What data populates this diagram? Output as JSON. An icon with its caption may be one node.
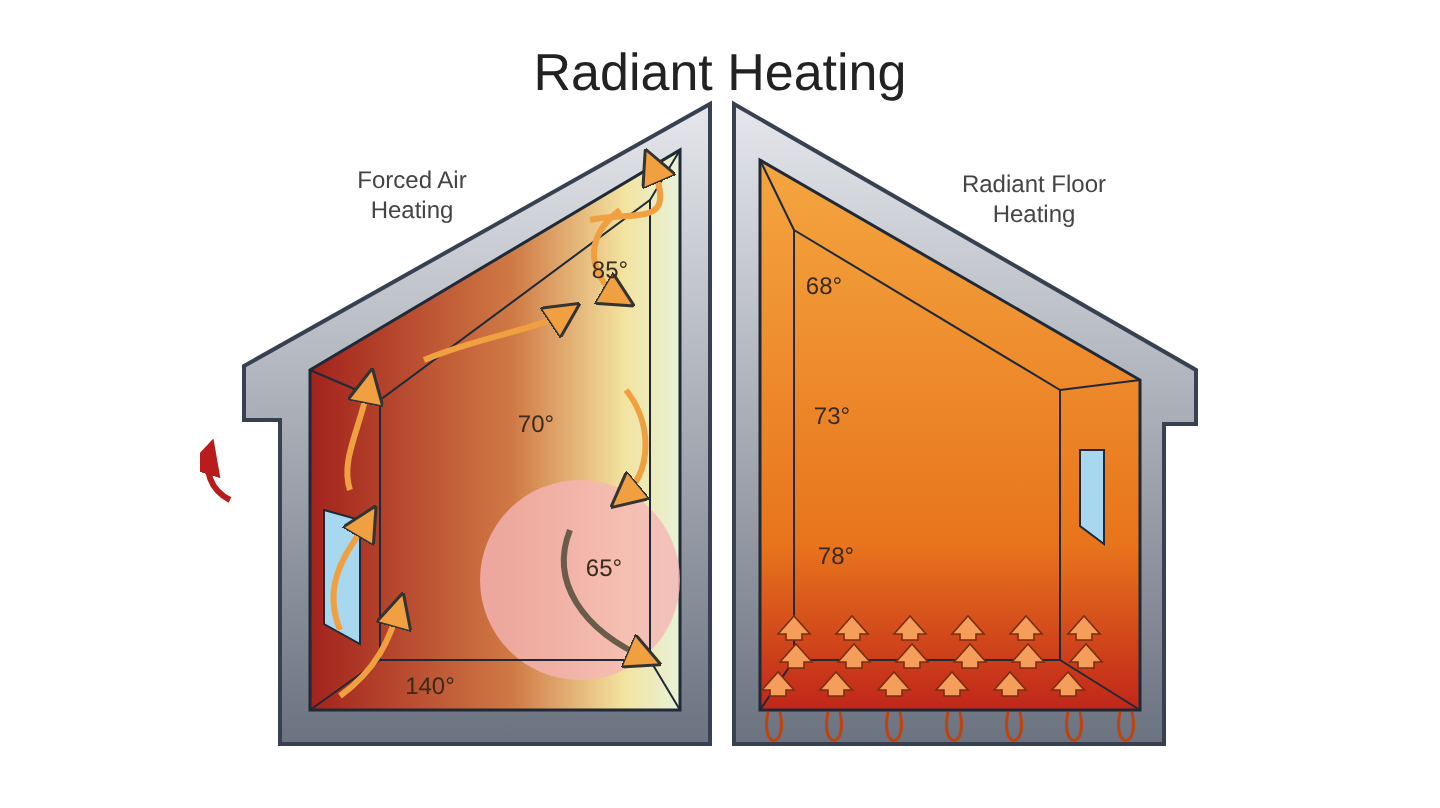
{
  "diagram": {
    "title": "Radiant Heating",
    "nodes": [
      {
        "text": [
          "Forced Air Heating",
          "85°",
          "70°",
          "65°",
          "140°"
        ]
      },
      {
        "text": [
          "Radiant Floor Heating",
          "68°",
          "73°",
          "78°"
        ]
      }
    ]
  }
}
